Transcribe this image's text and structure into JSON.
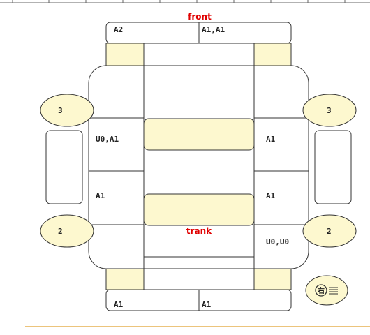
{
  "labels": {
    "front": "front",
    "trank": "trank",
    "top_left": "A2",
    "top_right": "A1,A1",
    "left_upper": "U0,A1",
    "right_upper": "A1",
    "left_lower": "A1",
    "right_lower": "A1",
    "right_rear": "U0,U0",
    "bottom_left": "A1",
    "bottom_right": "A1",
    "circle_left_top": "3",
    "circle_right_top": "3",
    "circle_left_bottom": "2",
    "circle_right_bottom": "2",
    "steering_mark": "右"
  },
  "colors": {
    "fill_yellow": "#fdf8cf",
    "stroke": "#333333",
    "red": "#e00000",
    "bottom_rule": "#e6b050"
  }
}
